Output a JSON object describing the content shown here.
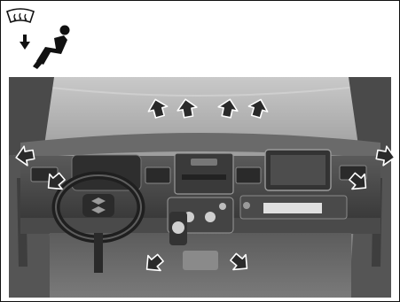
{
  "figure": {
    "kind": "illustration",
    "mode_icon": "defroster-icon",
    "indicator_icons": [
      "airflow-down-arrow-icon",
      "seated-occupant-icon"
    ],
    "scene": "vehicle-dashboard-interior",
    "airflow_arrows": [
      {
        "name": "defroster-airflow-arrow-1",
        "direction": "up"
      },
      {
        "name": "defroster-airflow-arrow-2",
        "direction": "up"
      },
      {
        "name": "defroster-airflow-arrow-3",
        "direction": "up"
      },
      {
        "name": "defroster-airflow-arrow-4",
        "direction": "up"
      },
      {
        "name": "side-vent-left-airflow-arrow",
        "direction": "left"
      },
      {
        "name": "side-vent-right-airflow-arrow",
        "direction": "right"
      },
      {
        "name": "vent-left-airflow-arrow",
        "direction": "down-left"
      },
      {
        "name": "vent-right-airflow-arrow",
        "direction": "down-right"
      },
      {
        "name": "floor-left-airflow-arrow",
        "direction": "down-left"
      },
      {
        "name": "floor-right-airflow-arrow",
        "direction": "down-right"
      }
    ],
    "colors": {
      "background": "#ffffff",
      "photo_base": "#8c8c8c",
      "dashboard": "#3a3a3a",
      "arrow_fill": "#2a2a2a",
      "arrow_outline": "#ffffff",
      "icon": "#111111"
    }
  }
}
